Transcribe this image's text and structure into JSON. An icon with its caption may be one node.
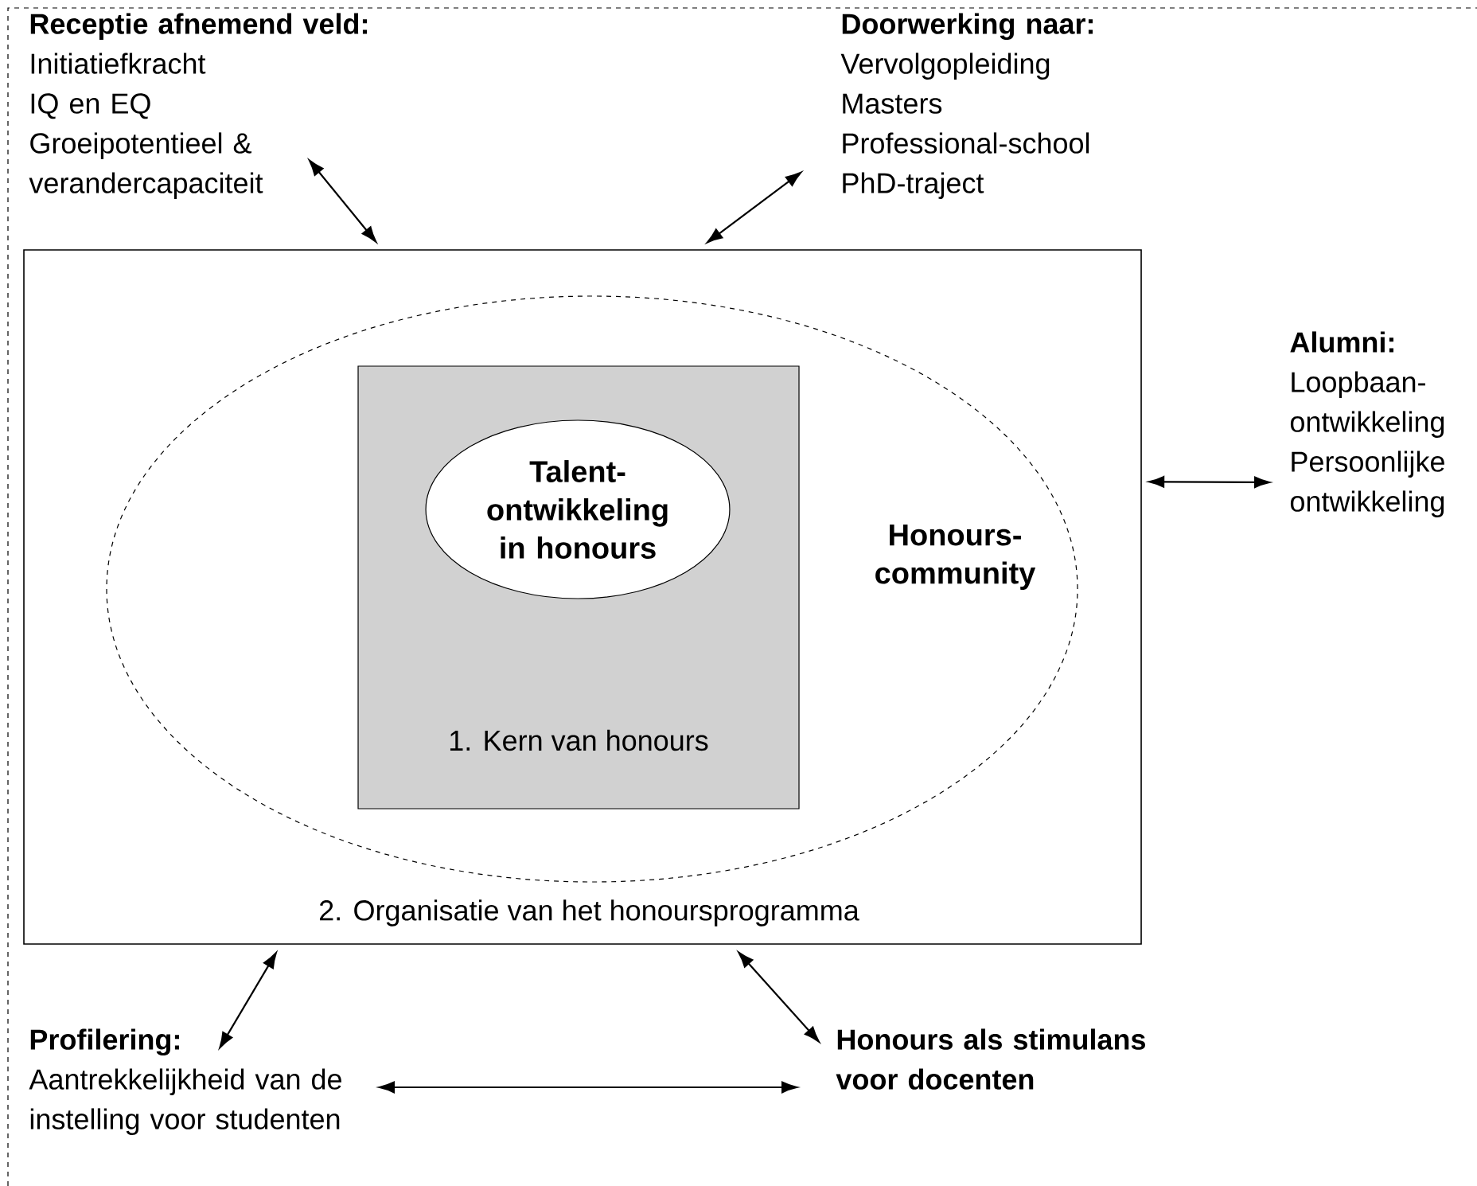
{
  "diagram": {
    "nodes": [
      {
        "text": [
          "2. Organisatie van het honoursprogramma"
        ]
      },
      {
        "text": [
          "Honours-community"
        ],
        "in": 0
      },
      {
        "text": [
          "1. Kern van honours"
        ],
        "in": 1
      },
      {
        "text": [
          "Talent-ontwikkeling in honours"
        ],
        "in": 2
      },
      {
        "text": [
          "Receptie afnemend veld:",
          "Initiatiefkracht",
          "IQ en EQ",
          "Groeipotentieel & verandercapaciteit"
        ]
      },
      {
        "text": [
          "Doorwerking naar:",
          "Vervolgopleiding",
          "Masters",
          "Professional-school",
          "PhD-traject"
        ]
      },
      {
        "text": [
          "Alumni:",
          "Loopbaan-ontwikkeling",
          "Persoonlijke ontwikkeling"
        ]
      },
      {
        "text": [
          "Profilering:",
          "Aantrekkelijkheid van de instelling voor studenten"
        ]
      },
      {
        "text": [
          "Honours als stimulans voor docenten"
        ]
      }
    ],
    "edges": [
      {
        "from": 4,
        "to": 0,
        "arrow": "both"
      },
      {
        "from": 0,
        "to": 5,
        "arrow": "both"
      },
      {
        "from": 0,
        "to": 6,
        "arrow": "both"
      },
      {
        "from": 0,
        "to": 7,
        "arrow": "both"
      },
      {
        "from": 0,
        "to": 8,
        "arrow": "both"
      },
      {
        "from": 7,
        "to": 8,
        "arrow": "both"
      }
    ]
  }
}
